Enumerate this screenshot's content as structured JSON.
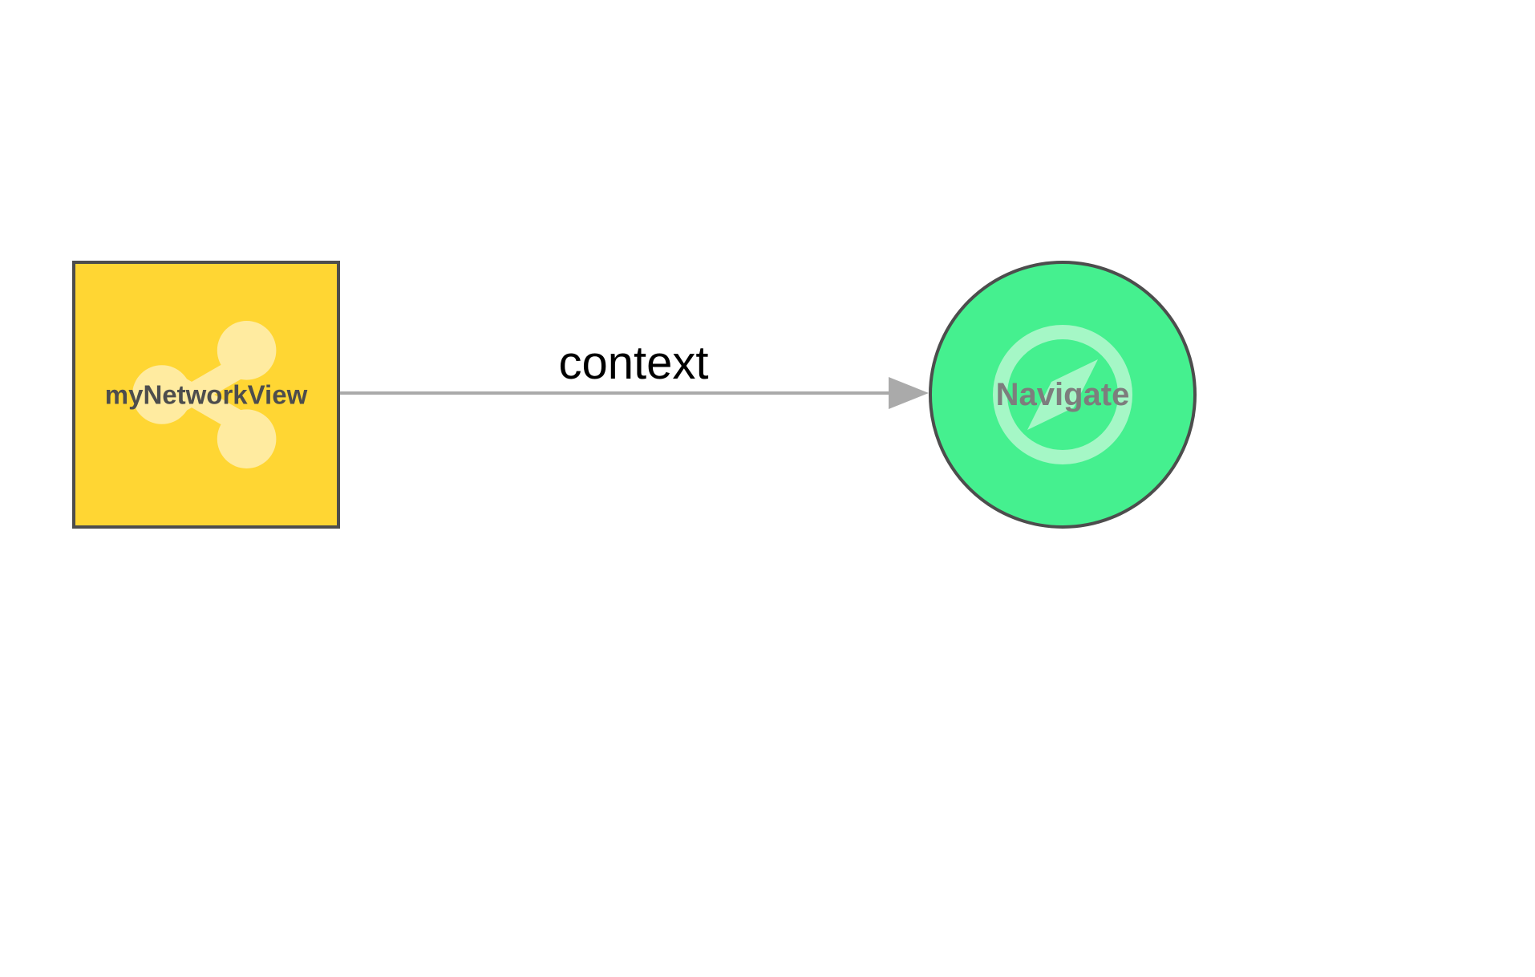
{
  "diagram": {
    "background_color": "#ffffff",
    "nodes": [
      {
        "id": "my-network-view",
        "label": "myNetworkView",
        "shape": "square",
        "fill_color": "#ffd633",
        "border_color": "#4d4d4d",
        "label_color": "#4d4d4d",
        "icon": "share-network-icon",
        "icon_color": "#ffeba0"
      },
      {
        "id": "navigate",
        "label": "Navigate",
        "shape": "circle",
        "fill_color": "#45f08f",
        "border_color": "#4d4d4d",
        "label_color": "#7d7d7d",
        "icon": "compass-icon",
        "icon_color": "#a5f7c6"
      }
    ],
    "edges": [
      {
        "id": "context-edge",
        "label": "context",
        "from": "my-network-view",
        "to": "navigate",
        "line_color": "#aaaaaa",
        "label_color": "#000000",
        "arrow": "arrowhead-icon",
        "direction": "right"
      }
    ]
  }
}
